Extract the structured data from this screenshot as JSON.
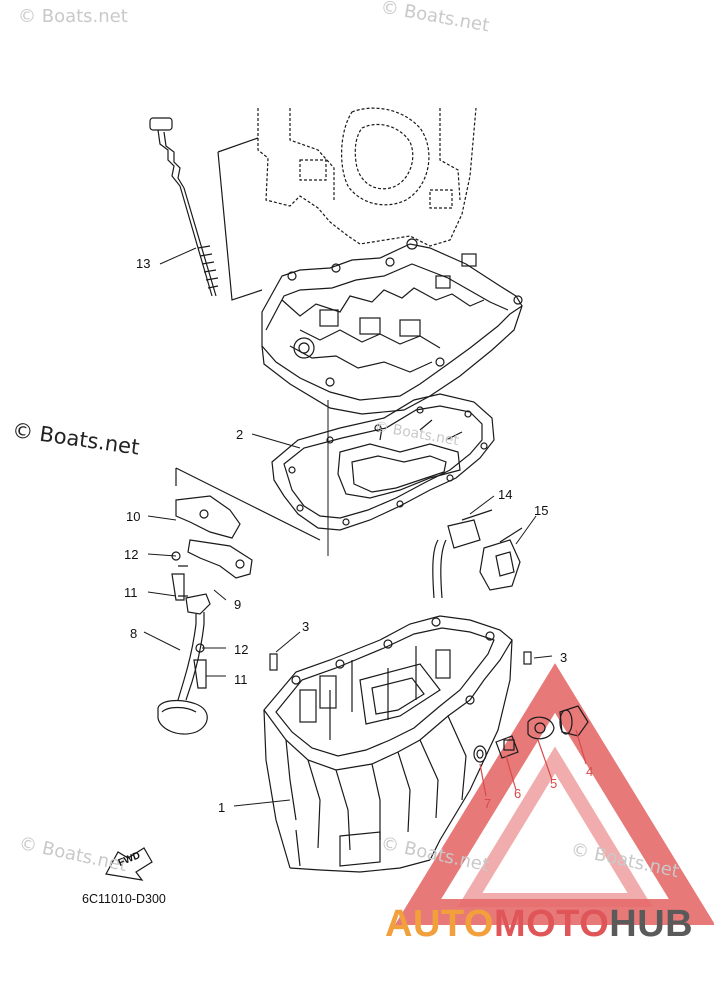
{
  "watermarks": {
    "top_left": "© Boats.net",
    "top_center": "© Boats.net",
    "left_large": "© Boats.net",
    "gasket": "© Boats.net",
    "bottom_left": "© Boats.net",
    "bottom_center": "© Boats.net",
    "bottom_right": "© Boats.net"
  },
  "callouts": {
    "c1": "1",
    "c2": "2",
    "c3a": "3",
    "c3b": "3",
    "c4": "4",
    "c5": "5",
    "c6": "6",
    "c7": "7",
    "c8": "8",
    "c9": "9",
    "c10": "10",
    "c11a": "11",
    "c11b": "11",
    "c12a": "12",
    "c12b": "12",
    "c13": "13",
    "c14": "14",
    "c15": "15"
  },
  "fwd_label": "FWD",
  "diagram_code": "6C11010-D300",
  "brand": {
    "part1": "AUTO",
    "part2": "MOTO",
    "part3": "HUB"
  },
  "colors": {
    "line": "#1a1a1a",
    "brand_orange": "#f2a03c",
    "brand_red": "#e05658",
    "brand_gray": "#5a5a5a"
  }
}
